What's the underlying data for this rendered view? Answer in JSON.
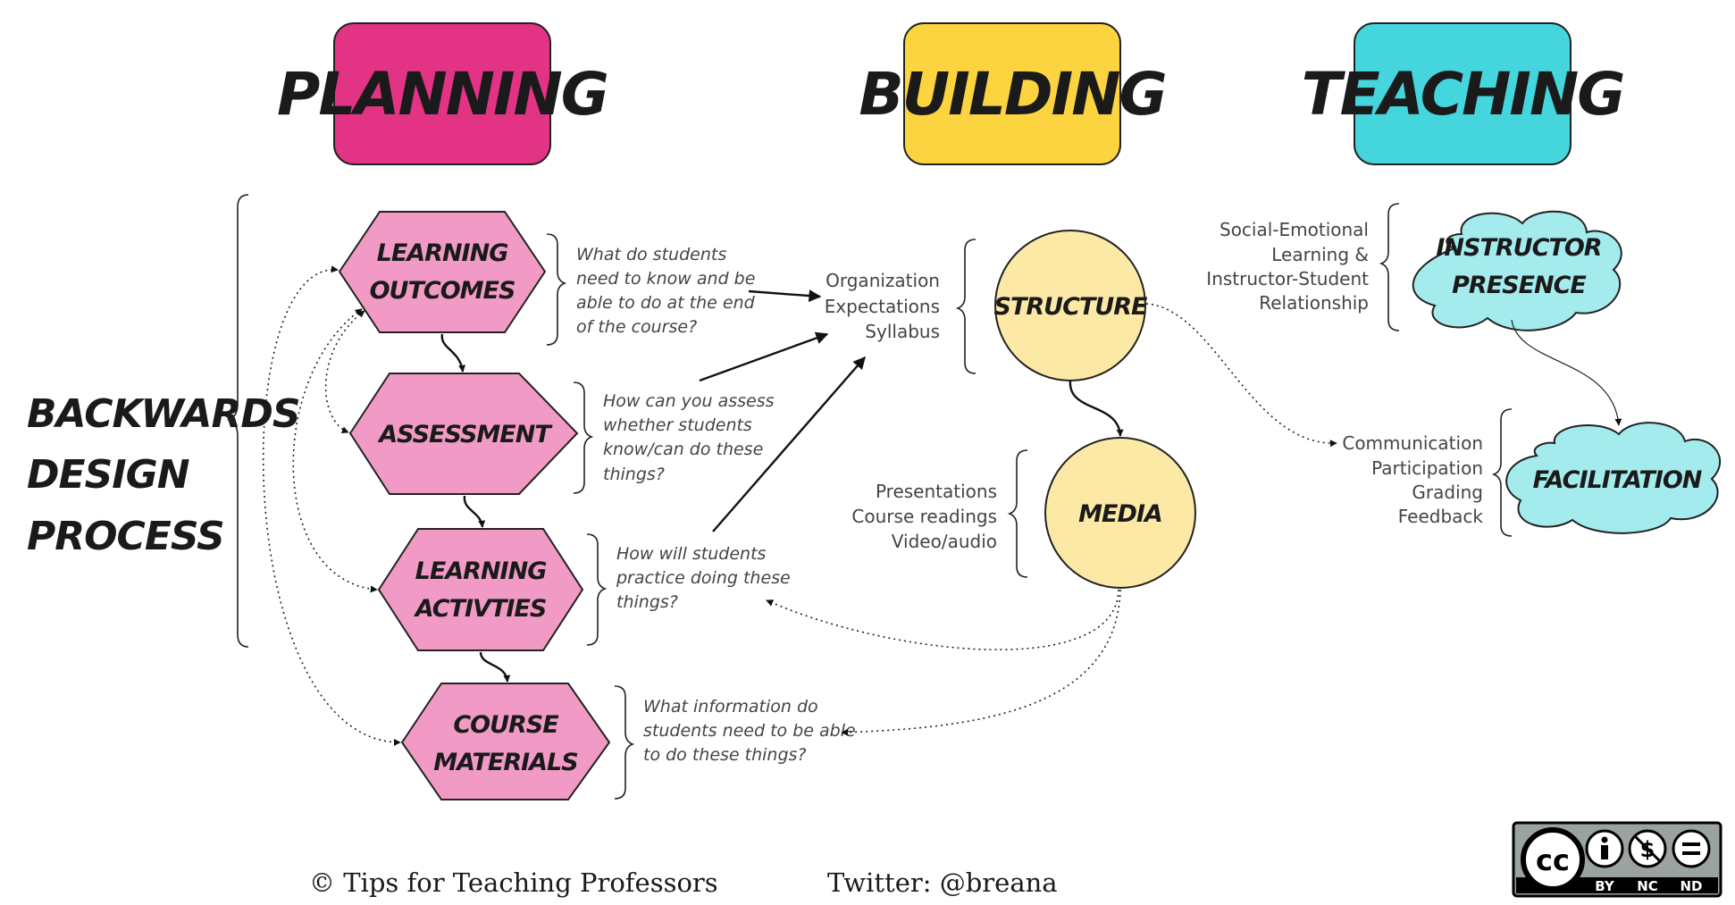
{
  "headers": {
    "planning": "PLANNING",
    "building": "BUILDING",
    "teaching": "TEACHING"
  },
  "side_label": [
    "BACKWARDS",
    "DESIGN",
    "PROCESS"
  ],
  "planning_nodes": {
    "learning_outcomes": [
      "LEARNING",
      "OUTCOMES"
    ],
    "assessment": [
      "ASSESSMENT"
    ],
    "learning_activities": [
      "LEARNING",
      "ACTIVTIES"
    ],
    "course_materials": [
      "COURSE",
      "MATERIALS"
    ]
  },
  "questions": {
    "outcomes": [
      "What do students",
      "need to know and be",
      "able to do at the end",
      "of the course?"
    ],
    "assessment": [
      "How can you assess",
      "whether students",
      "know/can do these",
      "things?"
    ],
    "activities": [
      "How will students",
      "practice doing these",
      "things?"
    ],
    "materials": [
      "What information do",
      "students need to be able",
      "to do these things?"
    ]
  },
  "building_nodes": {
    "structure": "STRUCTURE",
    "media": "MEDIA"
  },
  "structure_items": [
    "Organization",
    "Expectations",
    "Syllabus"
  ],
  "media_items": [
    "Presentations",
    "Course readings",
    "Video/audio"
  ],
  "teaching_nodes": {
    "instructor_presence": [
      "INSTRUCTOR",
      "PRESENCE"
    ],
    "facilitation": "FACILITATION"
  },
  "presence_items": [
    "Social-Emotional",
    "Learning &",
    "Instructor-Student",
    "Relationship"
  ],
  "facilitation_items": [
    "Communication",
    "Participation",
    "Grading",
    "Feedback"
  ],
  "footer": {
    "copyright": "© Tips for Teaching Professors",
    "twitter": "Twitter: @breana"
  },
  "license": {
    "badge": "cc",
    "labels": [
      "BY",
      "NC",
      "ND"
    ]
  },
  "colors": {
    "planning": "#e23384",
    "building": "#fcd440",
    "teaching": "#45d6dd",
    "hexagon": "#f19ac5",
    "circle": "#fde9a6",
    "cloud": "#a4ebee"
  }
}
